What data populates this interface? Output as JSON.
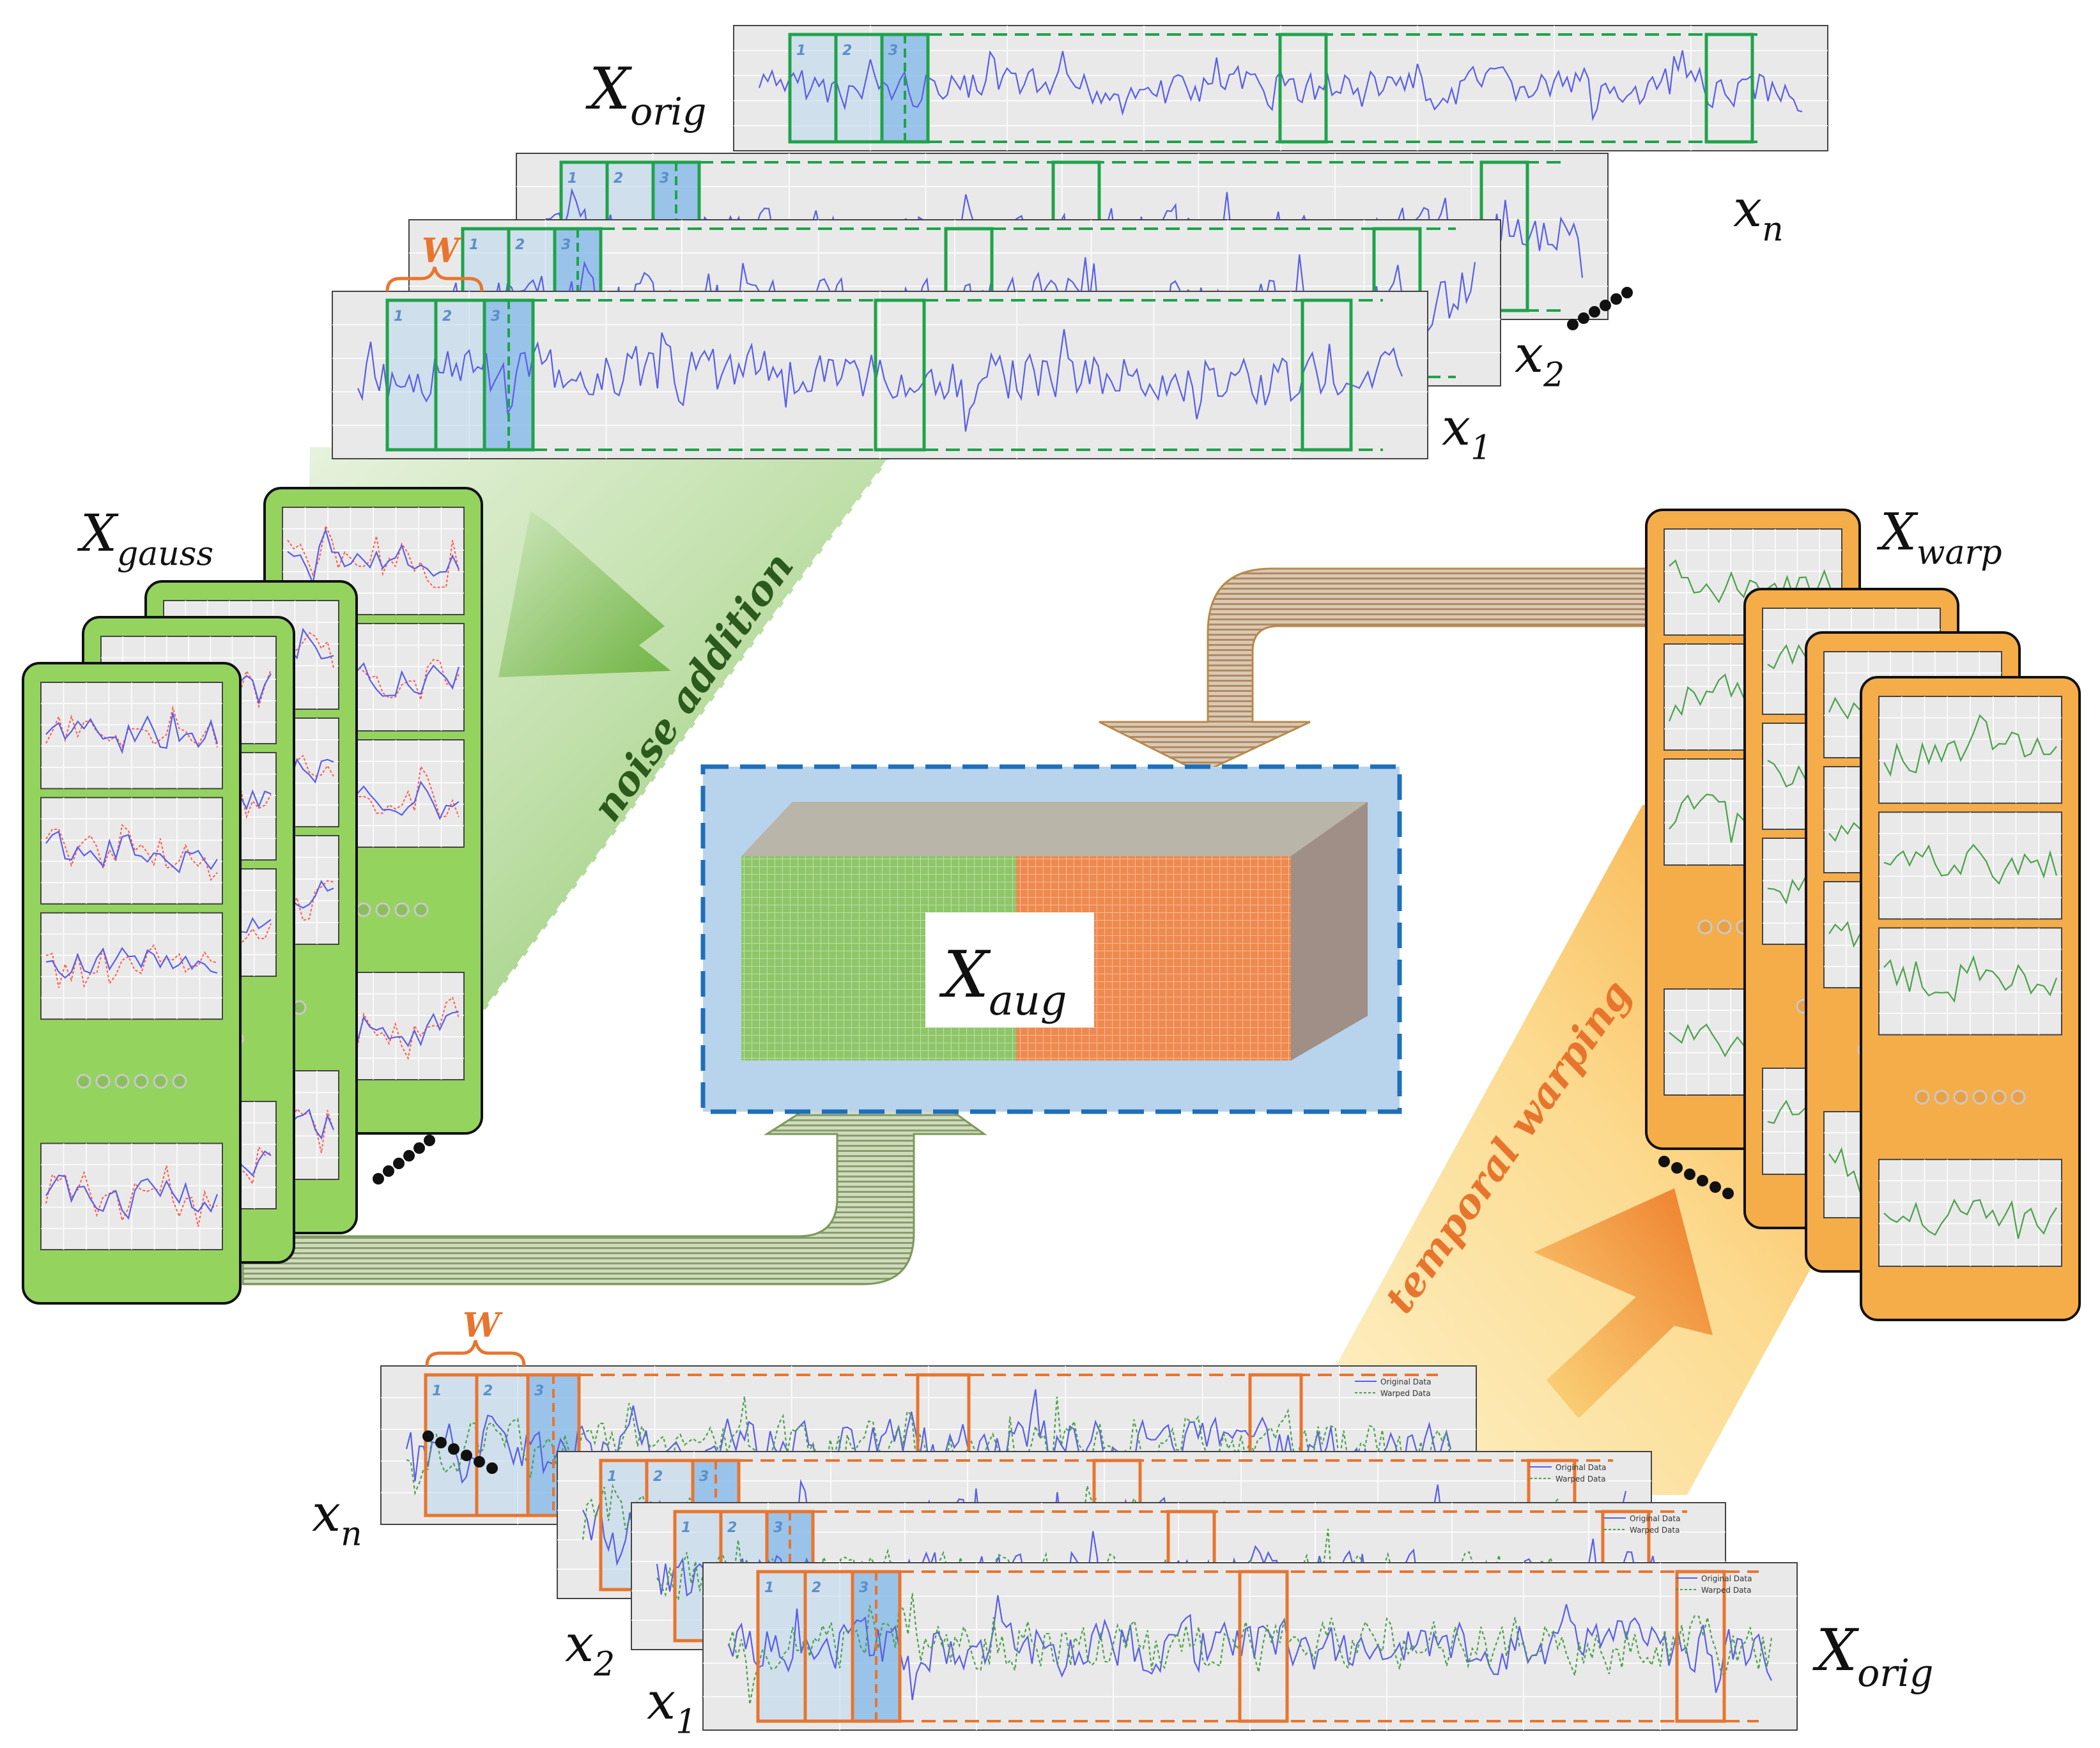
{
  "labels": {
    "x_orig": {
      "base": "X",
      "sub": "orig"
    },
    "x_gauss": {
      "base": "X",
      "sub": "gauss"
    },
    "x_warp": {
      "base": "X",
      "sub": "warp"
    },
    "x_aug": {
      "base": "X",
      "sub": "aug"
    },
    "x1": {
      "base": "x",
      "sub": "1"
    },
    "x2": {
      "base": "x",
      "sub": "2"
    },
    "xn": {
      "base": "x",
      "sub": "n"
    },
    "window": "W"
  },
  "arrows": {
    "noise": "noise addition",
    "warping": "temporal warping"
  },
  "window_numbers": [
    "1",
    "2",
    "3"
  ],
  "legend": {
    "original": "Original Data",
    "warped": "Warped Data"
  },
  "colors": {
    "green_window": "#1fa34a",
    "orange_window": "#e8752e",
    "blue_signal": "#5a5ee8",
    "red_noise": "#ff5a4e",
    "green_signal": "#4aa14a",
    "green_card": "#95d35f",
    "orange_card": "#f5ad4a",
    "label_green": "#2b5a1c",
    "label_orange": "#e8752e",
    "aug_box": "#b8d3ec",
    "aug_border": "#1f6fb8",
    "cube_green": "#8cc46a",
    "cube_orange": "#ee8a4f",
    "cube_top": "#b9b5a8",
    "cube_side": "#9f8f86"
  }
}
